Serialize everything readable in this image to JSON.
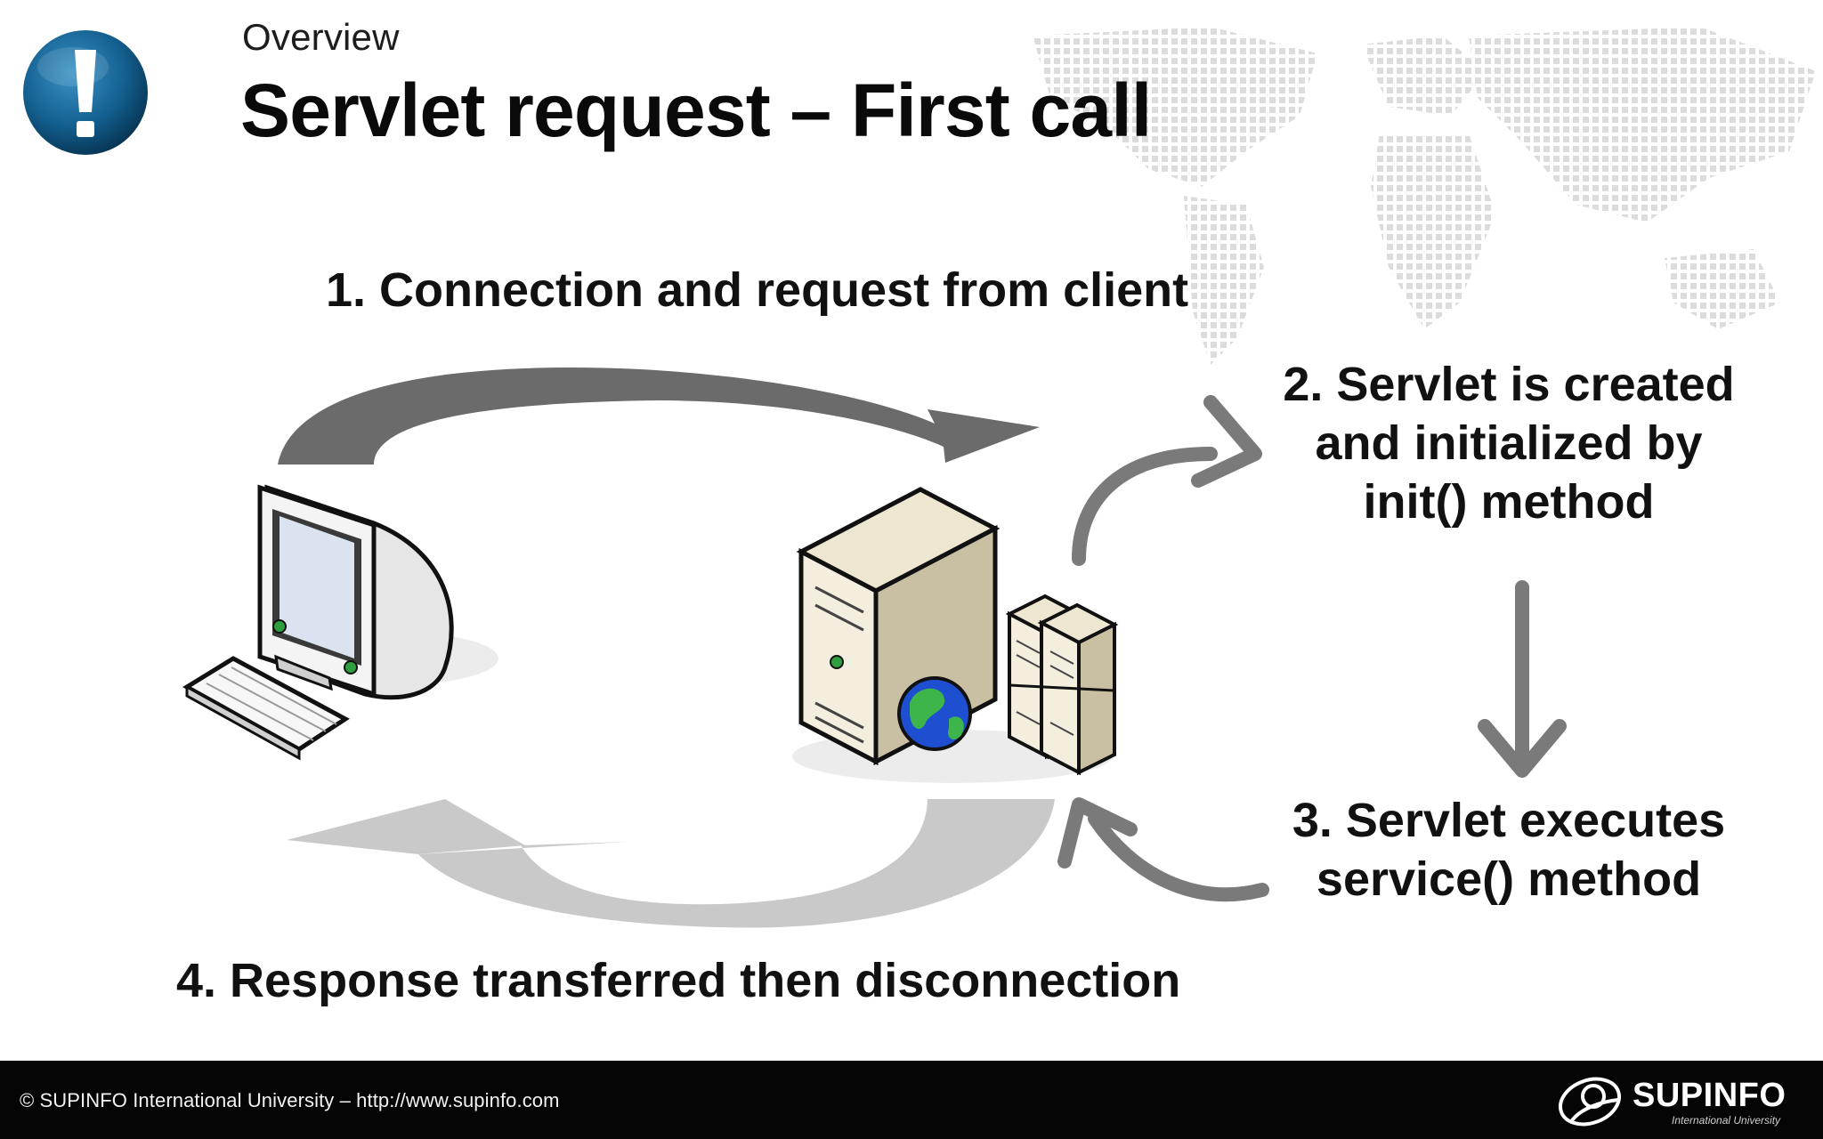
{
  "header": {
    "section": "Overview",
    "title": "Servlet request – First call"
  },
  "diagram": {
    "steps": [
      {
        "label": "1. Connection and request from client"
      },
      {
        "label": "2. Servlet is created\nand initialized by\ninit() method"
      },
      {
        "label": "3. Servlet executes\nservice() method"
      },
      {
        "label": "4. Response transferred then disconnection"
      }
    ],
    "nodes": {
      "client": {
        "icon": "desktop-computer-icon"
      },
      "server": {
        "icon": "web-server-icon"
      }
    },
    "colors": {
      "request_arrow": "#6b6b6b",
      "response_arrow": "#c9c9c9",
      "step_arrow": "#7a7a7a"
    }
  },
  "footer": {
    "copyright": "© SUPINFO International University – http://www.supinfo.com",
    "brand": "SUPINFO",
    "brand_tagline": "International University"
  }
}
